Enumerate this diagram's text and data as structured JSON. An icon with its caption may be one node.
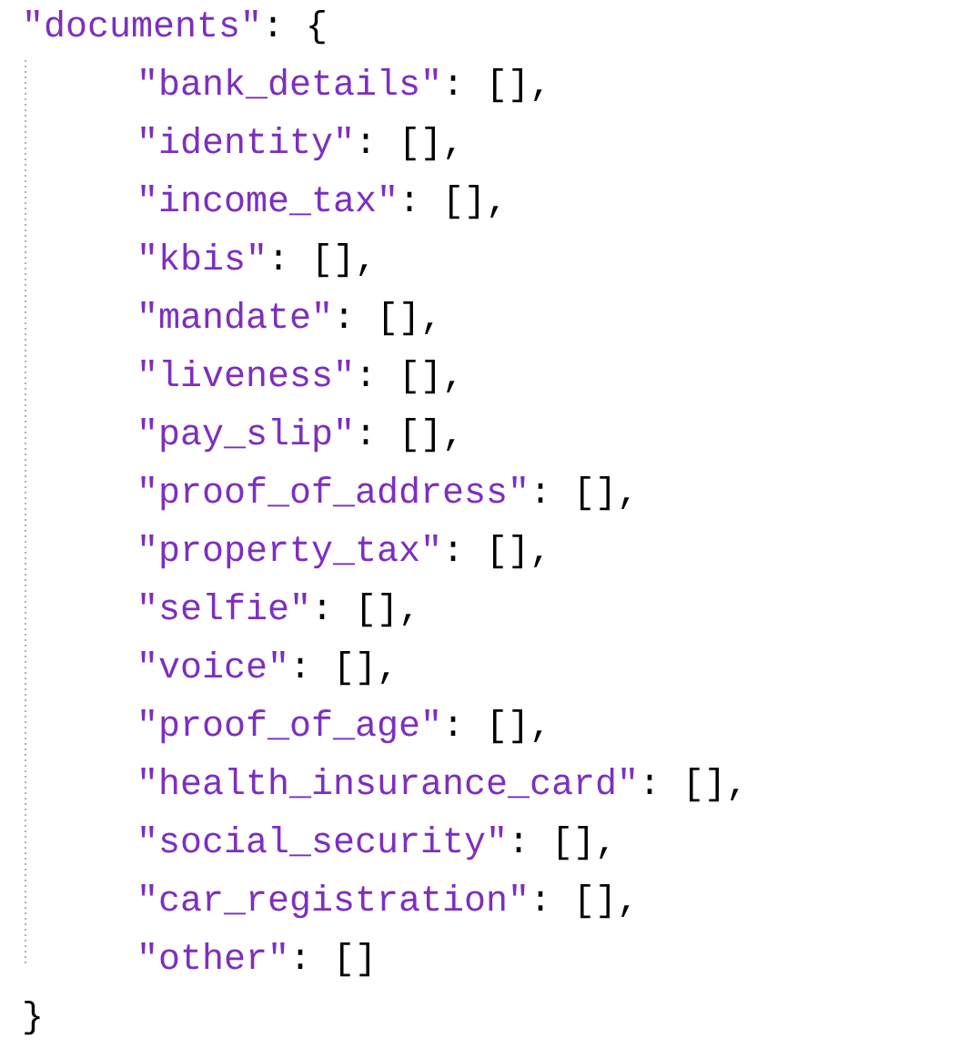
{
  "diagram": {
    "labels": [
      "\"documents\": {",
      "\"bank_details\": [],",
      "\"identity\": [],",
      "\"income_tax\": [],",
      "\"kbis\": [],",
      "\"mandate\": [],",
      "\"liveness\": [],",
      "\"pay_slip\": [],",
      "\"proof_of_address\": [],",
      "\"property_tax\": [],",
      "\"selfie\": [],",
      "\"voice\": [],",
      "\"proof_of_age\": [],",
      "\"health_insurance_card\": [],",
      "\"social_security\": [],",
      "\"car_registration\": [],",
      "\"other\": []",
      "}"
    ]
  }
}
